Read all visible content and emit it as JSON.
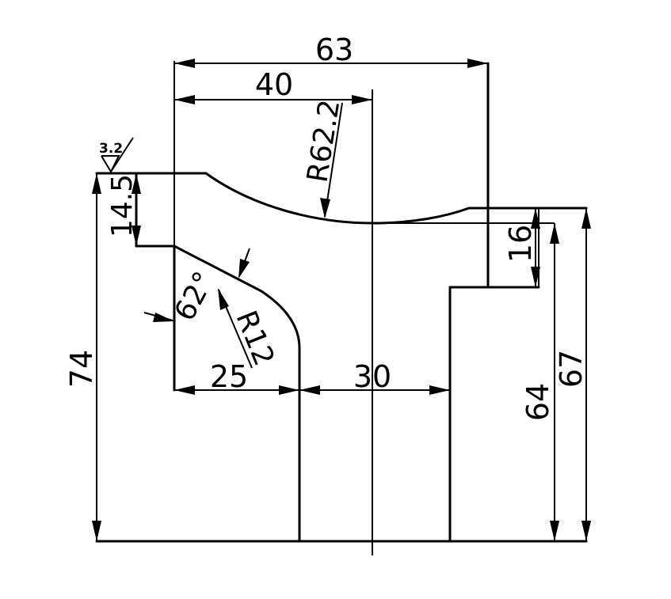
{
  "drawing": {
    "dimensions": {
      "overall_width": "63",
      "centerline_offset": "40",
      "arc_radius": "R62.2",
      "step_height": "14.5",
      "right_step_depth": "16",
      "total_height": "74",
      "right_height": "64",
      "right_total_height": "67",
      "chamfer_angle": "62°",
      "fillet_radius": "R12",
      "lower_left_width": "25",
      "slot_width": "30"
    },
    "surface_roughness": "3.2"
  }
}
